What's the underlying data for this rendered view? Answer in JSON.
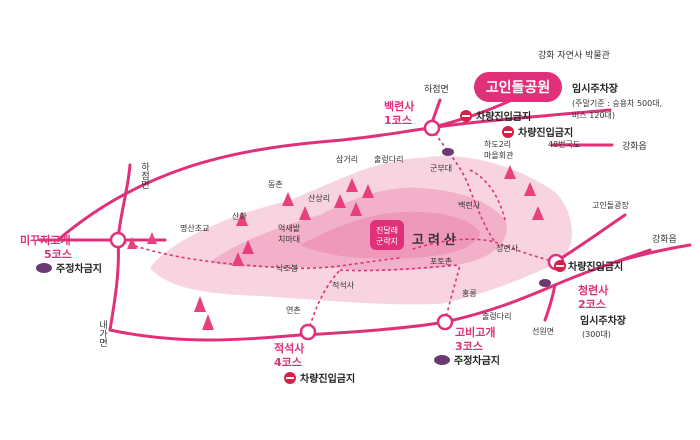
{
  "colors": {
    "road": "#e0307a",
    "course": "#e0307a",
    "terrain": "#f6c9d8",
    "terrain_dark": "#ee9fbd",
    "peak": "#e8407f",
    "text_pink": "#e0307a",
    "text": "#333333",
    "parking_badge": "#6b3a72",
    "no_entry_badge": "#d62048"
  },
  "top": {
    "museum": "강화 자연사 박물관",
    "dolmen_park": "고인돌공원",
    "temp_parking_title": "임시주차장",
    "temp_parking_detail_1": "(주말기준 : 승용차 500대,",
    "temp_parking_detail_2": "버스 120대)"
  },
  "places": {
    "hajeommyeon_top": "하점면",
    "hajeommyeon_left": "하점면",
    "naegamyeon": "내가면",
    "seonwonmyeon": "선원면",
    "ganghwaeup_1": "강화읍",
    "ganghwaeup_2": "강화읍",
    "route48": "48번국도",
    "dolmen_square": "고인돌광장",
    "hado2_1": "하도2리",
    "hado2_2": "마을회관",
    "samgeori": "삼거리",
    "chulreongdari_1": "출렁다리",
    "chulreongdari_2": "출렁다리",
    "gunbudae": "군부대",
    "dongchon": "동촌",
    "sansangri": "산상리",
    "sanhwa": "산화",
    "myeongsan_school": "명산초교",
    "eoksae_1": "억새밭",
    "eoksae_2": "치마대",
    "baekryeonsa_small": "백련사",
    "cheongryeonsa_small": "청련사",
    "potochon": "포토촌",
    "nakjobong": "낙조봉",
    "jeokseoksa_small": "적석사",
    "yeonchon": "연촌",
    "hongneung": "홍릉",
    "azalea_1": "진달래",
    "azalea_2": "군락지",
    "goryeosan": "고려산"
  },
  "courses": {
    "c1_name": "백련사",
    "c1_num": "1코스",
    "c2_name": "청련사",
    "c2_num": "2코스",
    "c3_name": "고비고개",
    "c3_num": "3코스",
    "c4_name": "적석사",
    "c4_num": "4코스",
    "c5_name": "미꾸지고개",
    "c5_num": "5코스"
  },
  "notices": {
    "no_entry_1": "차량진입금지",
    "no_entry_2": "차량진입금지",
    "no_entry_3": "차량진입금지",
    "no_entry_4": "차량진입금지",
    "no_parking_1": "주정차금지",
    "no_parking_2": "주정차금지",
    "temp_parking_2_title": "임시주차장",
    "temp_parking_2_detail": "(300대)"
  }
}
